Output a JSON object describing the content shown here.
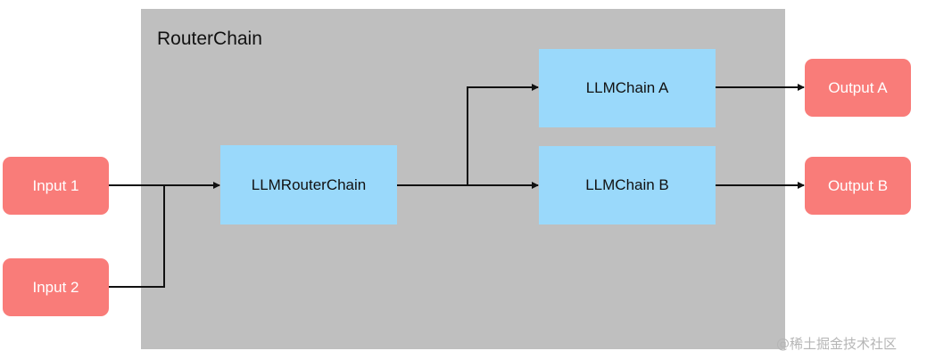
{
  "container": {
    "title": "RouterChain"
  },
  "inputs": [
    {
      "label": "Input 1"
    },
    {
      "label": "Input 2"
    }
  ],
  "router": {
    "label": "LLMRouterChain"
  },
  "chains": [
    {
      "label": "LLMChain A"
    },
    {
      "label": "LLMChain B"
    }
  ],
  "outputs": [
    {
      "label": "Output A"
    },
    {
      "label": "Output B"
    }
  ],
  "watermark": "@稀土掘金技术社区",
  "colors": {
    "io": "#f97c79",
    "chain": "#9ad9fb",
    "container": "#bfbfbf"
  }
}
